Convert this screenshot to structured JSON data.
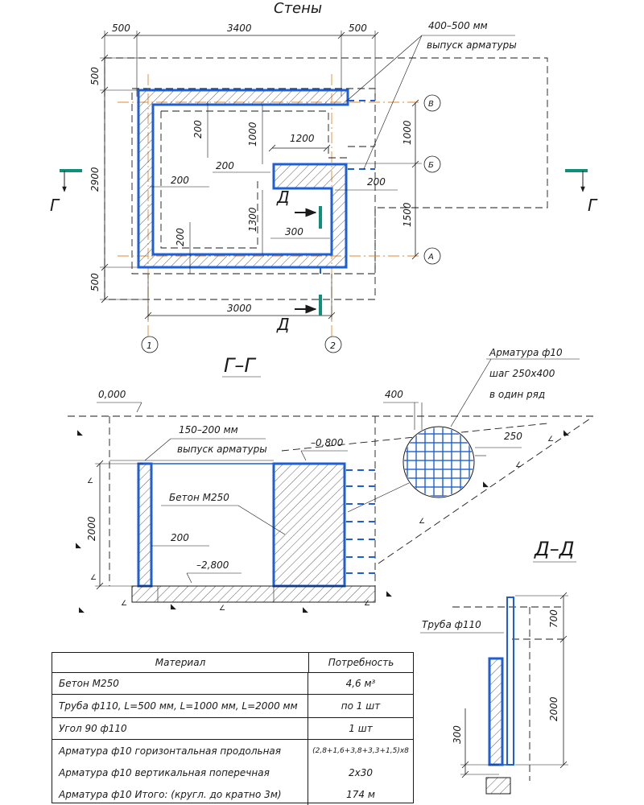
{
  "walls_title": "Стены",
  "dims_plan": {
    "d500_left": "500",
    "d3400": "3400",
    "d500_right": "500",
    "d500_top": "500",
    "d2900": "2900",
    "d500_bottom": "500",
    "d3000": "3000",
    "d1000_right": "1000",
    "d1500_right": "1500",
    "d200_a": "200",
    "d1000_mid": "1000",
    "d1200": "1200",
    "d200_b": "200",
    "d200_c": "200",
    "d200_d": "200",
    "d1300": "1300",
    "d300": "300",
    "d200_e": "200"
  },
  "rebar_note_top_1": "400–500 мм",
  "rebar_note_top_2": "выпуск арматуры",
  "axes": {
    "v1": "1",
    "v2": "2",
    "hA": "А",
    "hB": "Б",
    "hV": "В"
  },
  "section_marks": {
    "G_left": "Г",
    "G_right": "Г",
    "D_top": "Д",
    "D_bottom": "Д"
  },
  "section_GG_title": "Г–Г",
  "section_DD_title": "Д–Д",
  "level_0": "0,000",
  "level_m0800": "–0,800",
  "level_m2800": "–2,800",
  "rebar_note_sec_1": "150–200 мм",
  "rebar_note_sec_2": "выпуск арматуры",
  "concrete_label": "Бетон М250",
  "d2000_sec": "2000",
  "d200_sec": "200",
  "d400_callout": "400",
  "d250_callout": "250",
  "callout_note_1": "Арматура ф10",
  "callout_note_2": "шаг 250х400",
  "callout_note_3": "в один ряд",
  "pipe_label": "Труба ф110",
  "d700": "700",
  "d2000_dd": "2000",
  "d300_dd": "300",
  "table": {
    "head_material": "Материал",
    "head_need": "Потребность",
    "rows": [
      {
        "material": "Бетон М250",
        "need": "4,6 м³"
      },
      {
        "material": "Труба ф110, L=500 мм, L=1000 мм, L=2000 мм",
        "need": "по 1 шт"
      },
      {
        "material": "Угол 90 ф110",
        "need": "1 шт"
      },
      {
        "material": "Арматура ф10 горизонтальная продольная",
        "need": "(2,8+1,6+3,8+3,3+1,5)х8"
      },
      {
        "material": "Арматура ф10 вертикальная поперечная",
        "need": "2х30"
      },
      {
        "material": "Арматура ф10 Итого: (кругл. до кратно 3м)",
        "need": "174 м"
      }
    ]
  }
}
